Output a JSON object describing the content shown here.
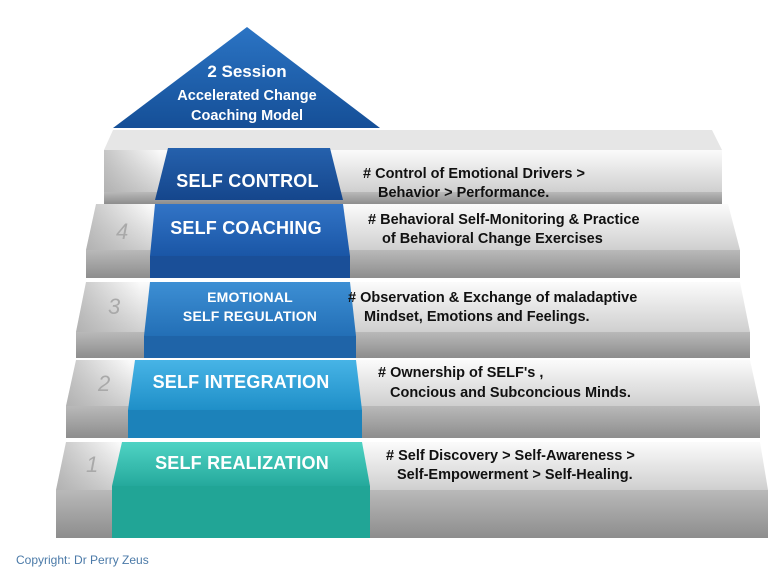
{
  "roof": {
    "line1": "2 Session",
    "line2": "Accelerated Change",
    "line3": "Coaching Model"
  },
  "steps": [
    {
      "number": "1",
      "title": "SELF REALIZATION",
      "desc_line1": "# Self Discovery > Self-Awareness >",
      "desc_line2": "Self-Empowerment  > Self-Healing.",
      "color": "#3cc0b4"
    },
    {
      "number": "2",
      "title": "SELF INTEGRATION",
      "desc_line1": "# Ownership of SELF's ,",
      "desc_line2": "Concious and Subconcious Minds.",
      "color": "#2fa2d8"
    },
    {
      "number": "3",
      "title_line1": "EMOTIONAL",
      "title_line2": "SELF REGULATION",
      "desc_line1": "# Observation & Exchange of maladaptive",
      "desc_line2": "Mindset, Emotions and Feelings.",
      "color": "#2d7fc6"
    },
    {
      "number": "4",
      "title": "SELF COACHING",
      "desc_line1": "# Behavioral  Self-Monitoring & Practice",
      "desc_line2": "of Behavioral Change Exercises",
      "color": "#2563b6"
    },
    {
      "title": "SELF CONTROL",
      "desc_line1": "# Control of Emotional Drivers >",
      "desc_line2": "Behavior > Performance.",
      "color": "#1d4f9a"
    }
  ],
  "colors": {
    "roof": "#1e5fae",
    "step_face_light": "#f2f2f2",
    "step_face_dark": "#d4d4d4",
    "step_front": "#bdbdbd"
  },
  "copyright": "Copyright: Dr Perry Zeus"
}
